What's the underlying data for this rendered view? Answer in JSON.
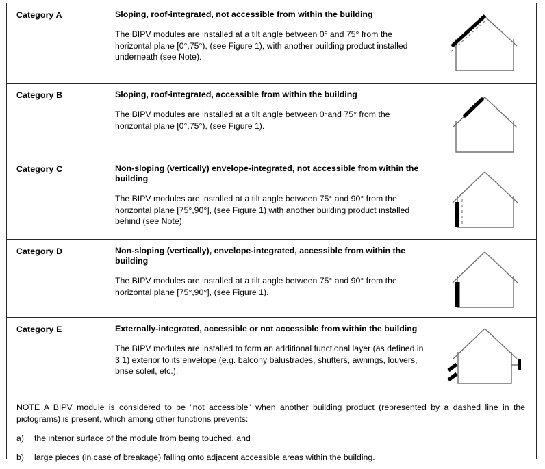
{
  "table": {
    "rows": [
      {
        "category": "Category A",
        "title": "Sloping, roof-integrated, not accessible from within the building",
        "body": "The BIPV modules are installed at a tilt angle between 0° and 75° from the horizontal plane [0°,75°), (see Figure 1), with another building product installed underneath (see Note).",
        "pictogram": "house-roof-module-with-dashed-backing"
      },
      {
        "category": "Category B",
        "title": "Sloping, roof-integrated, accessible from within the building",
        "body": "The BIPV modules are installed at a tilt angle between 0°and 75° from the horizontal plane    [0°,75°), (see Figure 1).",
        "pictogram": "house-roof-module"
      },
      {
        "category": "Category C",
        "title": "Non-sloping (vertically) envelope-integrated, not accessible from within the building",
        "body": "The BIPV modules are installed at a tilt angle between 75° and 90° from the horizontal plane [75°,90°], (see Figure 1) with another building product installed behind (see Note).",
        "pictogram": "house-wall-module-with-dashed-backing"
      },
      {
        "category": "Category D",
        "title": "Non-sloping (vertically), envelope-integrated, accessible from within the building",
        "body": "The BIPV modules are installed at a tilt angle between 75° and 90° from the horizontal plane [75°,90°], (see Figure 1).",
        "pictogram": "house-wall-module"
      },
      {
        "category": "Category E",
        "title": "Externally-integrated, accessible or not accessible from within the building",
        "body": "The BIPV modules are installed to form an additional functional layer (as defined in 3.1) exterior to its envelope (e.g. balcony balustrades, shutters, awnings, louvers, brise soleil, etc.).",
        "pictogram": "house-external-louvers-and-balustrade"
      }
    ]
  },
  "note": {
    "lead": "NOTE    A BIPV module is considered to be \"not accessible\" when another building product (represented by a dashed line in the pictograms) is present, which among other functions prevents:",
    "items": [
      {
        "marker": "a)",
        "text": "the interior surface of the module from being touched, and"
      },
      {
        "marker": "b)",
        "text": "large pieces (in case of breakage) falling onto adjacent accessible areas within the building."
      }
    ]
  },
  "colors": {
    "border": "#2a2a2a",
    "house_outline": "#6f6f6f",
    "module": "#000000",
    "dashed": "#8a8a8a",
    "background": "#ffffff"
  }
}
